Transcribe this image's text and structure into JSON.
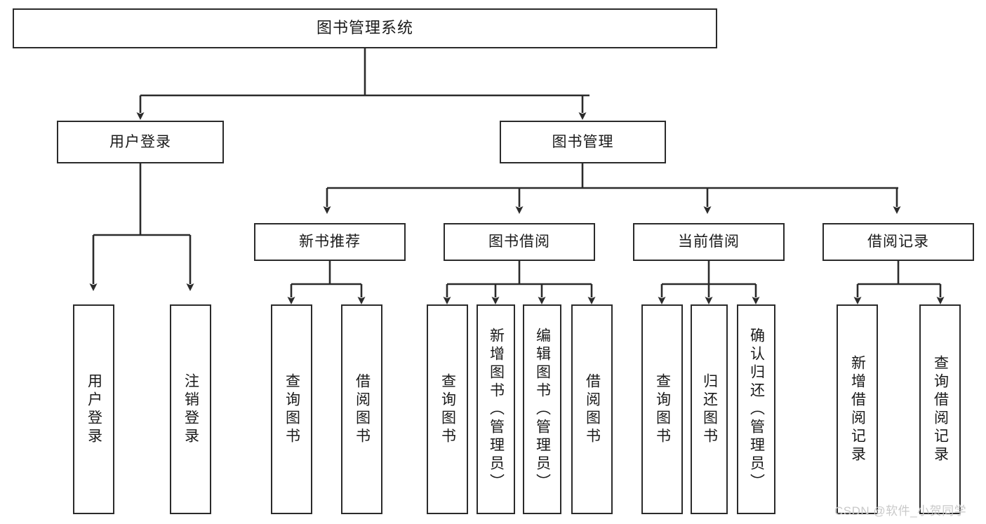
{
  "diagram": {
    "type": "tree-hierarchy-chart",
    "title": "图书管理系统",
    "watermark": "CSDN @软件_小贺同学",
    "colors": {
      "stroke": "#2b2b2b",
      "fill": "#ffffff",
      "text": "#1a1a1a",
      "watermark": "#c9c9c9"
    },
    "levels": {
      "root": {
        "label": "图书管理系统"
      },
      "level2": [
        {
          "label": "用户登录"
        },
        {
          "label": "图书管理"
        }
      ],
      "level3": [
        {
          "label": "新书推荐"
        },
        {
          "label": "图书借阅"
        },
        {
          "label": "当前借阅"
        },
        {
          "label": "借阅记录"
        }
      ],
      "leaves": {
        "user_login": [
          {
            "label": "用户登录"
          },
          {
            "label": "注销登录"
          }
        ],
        "new_book_recommend": [
          {
            "label": "查询图书"
          },
          {
            "label": "借阅图书"
          }
        ],
        "book_borrow": [
          {
            "label": "查询图书"
          },
          {
            "label": "新增图书（管理员）"
          },
          {
            "label": "编辑图书（管理员）"
          },
          {
            "label": "借阅图书"
          }
        ],
        "current_borrow": [
          {
            "label": "查询图书"
          },
          {
            "label": "归还图书"
          },
          {
            "label": "确认归还（管理员）"
          }
        ],
        "borrow_record": [
          {
            "label": "新增借阅记录"
          },
          {
            "label": "查询借阅记录"
          }
        ]
      }
    }
  }
}
